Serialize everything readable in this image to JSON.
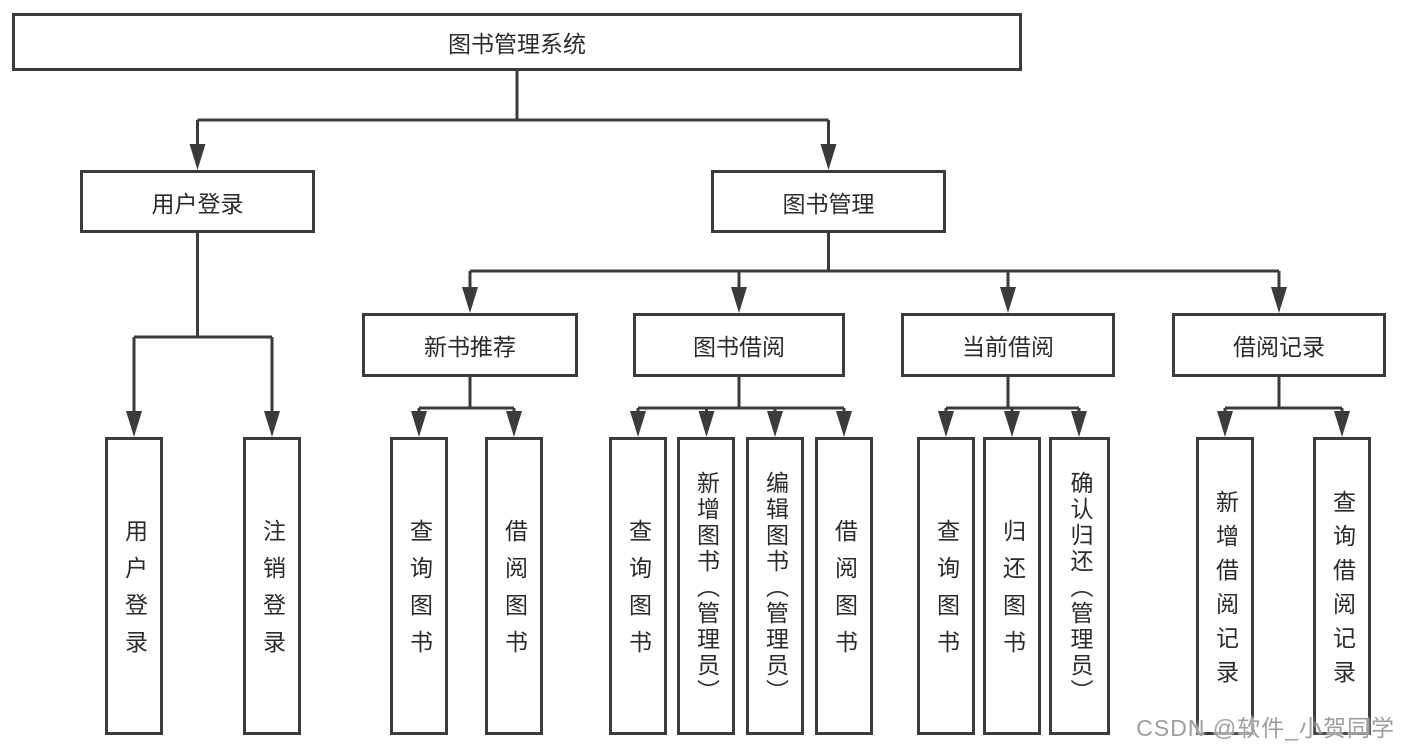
{
  "tree": {
    "label": "图书管理系统",
    "children": [
      {
        "label": "用户登录",
        "children": [
          {
            "label": "用户登录"
          },
          {
            "label": "注销登录"
          }
        ]
      },
      {
        "label": "图书管理",
        "children": [
          {
            "label": "新书推荐",
            "children": [
              {
                "label": "查询图书"
              },
              {
                "label": "借阅图书"
              }
            ]
          },
          {
            "label": "图书借阅",
            "children": [
              {
                "label": "查询图书"
              },
              {
                "label": "新增图书（管理员）"
              },
              {
                "label": "编辑图书（管理员）"
              },
              {
                "label": "借阅图书"
              }
            ]
          },
          {
            "label": "当前借阅",
            "children": [
              {
                "label": "查询图书"
              },
              {
                "label": "归还图书"
              },
              {
                "label": "确认归还（管理员）"
              }
            ]
          },
          {
            "label": "借阅记录",
            "children": [
              {
                "label": "新增借阅记录"
              },
              {
                "label": "查询借阅记录"
              }
            ]
          }
        ]
      }
    ]
  },
  "watermark": "CSDN @软件_小贺同学",
  "colors": {
    "line": "#3b3b3b",
    "box_border": "#3b3b3b",
    "box_fill": "#ffffff",
    "text": "#2b2b2b",
    "watermark": "#9e9e9e",
    "background": "#ffffff"
  }
}
